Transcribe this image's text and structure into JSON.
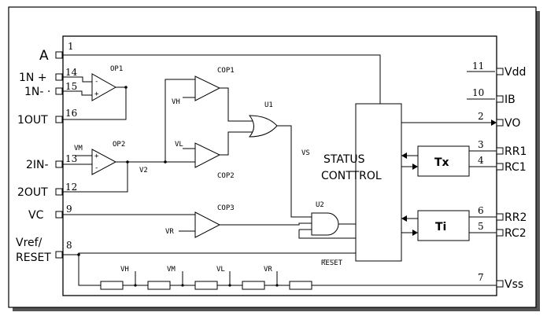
{
  "pins_left": [
    {
      "id": "A",
      "label": "A",
      "num": "1"
    },
    {
      "id": "1in-plus",
      "label": "1N +",
      "num": "14"
    },
    {
      "id": "1in-minus",
      "label": "1N- ·",
      "num": "15"
    },
    {
      "id": "1out",
      "label": "1OUT",
      "num": "16"
    },
    {
      "id": "2in-minus",
      "label": "2IN-",
      "num": "13"
    },
    {
      "id": "2out",
      "label": "2OUT",
      "num": "12"
    },
    {
      "id": "vc",
      "label": "VC",
      "num": "9"
    },
    {
      "id": "vref-1",
      "label": "Vref/",
      "num": "8"
    },
    {
      "id": "reset-pin",
      "label": "RESET",
      "num": ""
    }
  ],
  "pins_right": [
    {
      "id": "vdd",
      "label": "Vdd",
      "num": "11"
    },
    {
      "id": "ib",
      "label": "IB",
      "num": "10"
    },
    {
      "id": "vo",
      "label": "VO",
      "num": "2"
    },
    {
      "id": "rr1",
      "label": "RR1",
      "num": "3"
    },
    {
      "id": "rc1",
      "label": "RC1",
      "num": "4"
    },
    {
      "id": "rr2",
      "label": "RR2",
      "num": "6"
    },
    {
      "id": "rc2",
      "label": "RC2",
      "num": "5"
    },
    {
      "id": "vss",
      "label": "Vss",
      "num": "7"
    }
  ],
  "blocks": {
    "op1": "OP1",
    "op2": "OP2",
    "cop1": "COP1",
    "cop2": "COP2",
    "cop3": "COP3",
    "u1": "U1",
    "u2": "U2",
    "status_line1": "STATUS",
    "status_line2": "CONTTROL",
    "tx": "Tx",
    "ti": "Ti"
  },
  "signals": {
    "vm_op2": "VM",
    "v2": "V2",
    "vh_cop1": "VH",
    "vl_cop2": "VL",
    "vr_cop3": "VR",
    "vs": "VS",
    "reset_bar": "RESET",
    "plus": "+",
    "minus": "-"
  },
  "divider_taps": [
    "VH",
    "VM",
    "VL",
    "VR"
  ]
}
